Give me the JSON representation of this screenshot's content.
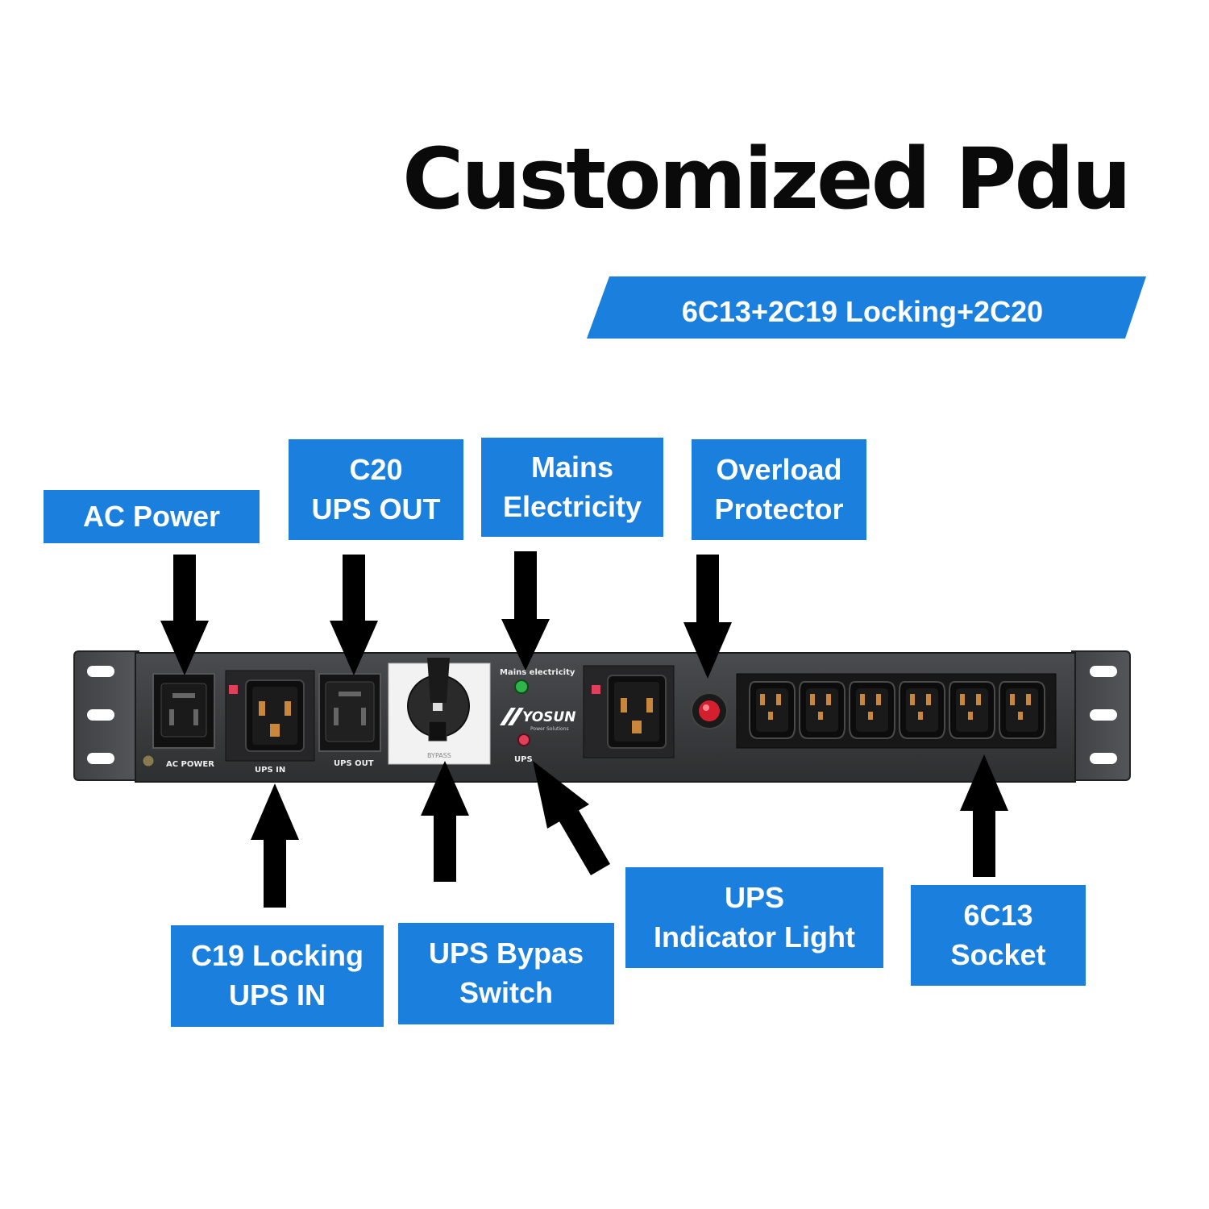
{
  "title": "Customized Pdu",
  "subtitle": "6C13+2C19 Locking+2C20",
  "colors": {
    "accent": "#1b7fde",
    "device": "#3a3b3d",
    "panel": "#1f1f21"
  },
  "callouts": {
    "ac_power": "AC Power",
    "c20_ups_out": {
      "line1": "C20",
      "line2": "UPS OUT"
    },
    "mains_electricity": {
      "line1": "Mains",
      "line2": "Electricity"
    },
    "overload_protector": {
      "line1": "Overload",
      "line2": "Protector"
    },
    "c19_locking_ups_in": {
      "line1": "C19 Locking",
      "line2": "UPS IN"
    },
    "ups_bypass_switch": {
      "line1": "UPS Bypas",
      "line2": "Switch"
    },
    "ups_indicator_light": {
      "line1": "UPS",
      "line2": "Indicator Light"
    },
    "c13_socket": {
      "line1": "6C13",
      "line2": "Socket"
    }
  },
  "device": {
    "labels": {
      "ac_power": "AC POWER",
      "ups_in": "UPS IN",
      "ups_out": "UPS OUT",
      "mains_electricity": "Mains electricity",
      "ups": "UPS",
      "brand": "YOSUN",
      "brand_sub": "Power Solutions",
      "switch_mark": "BYPASS"
    },
    "c13_socket_count": 6
  }
}
